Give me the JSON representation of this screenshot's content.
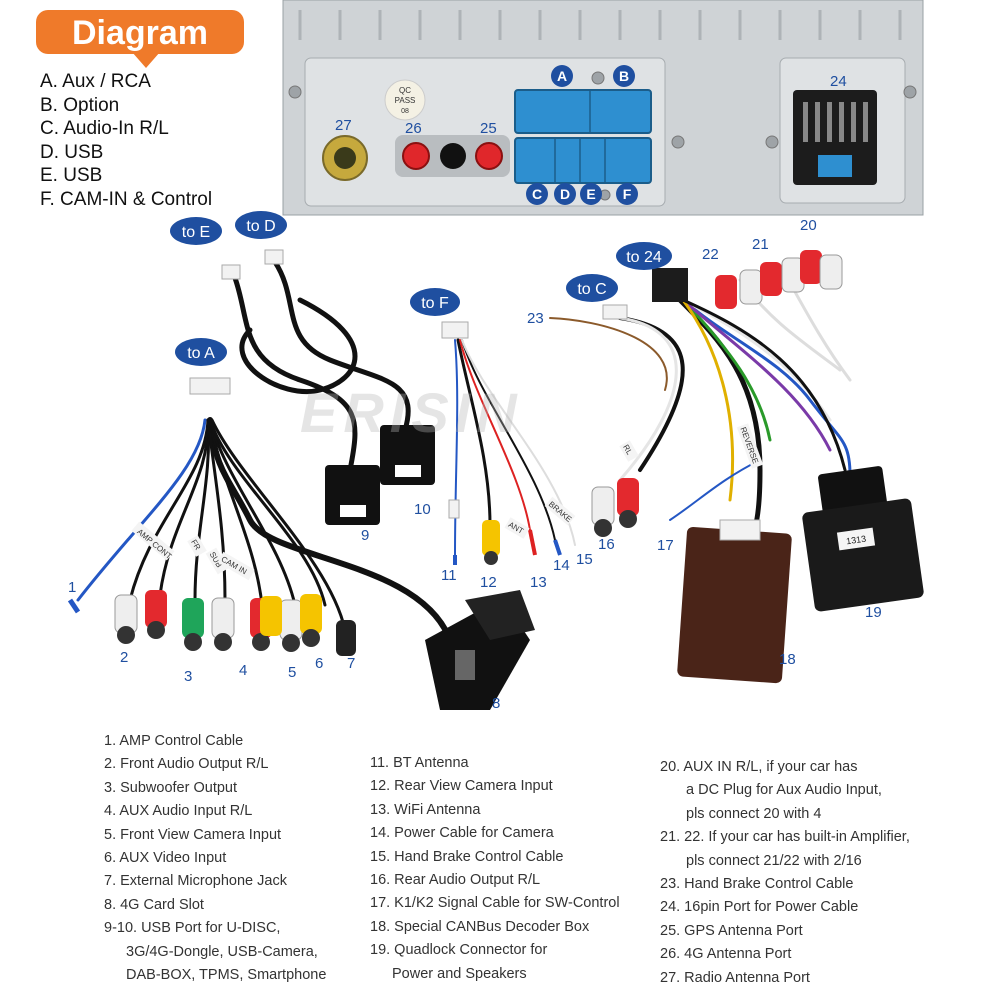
{
  "title": "Diagram",
  "port_legend": [
    "A. Aux / RCA",
    "B. Option",
    "C. Audio-In R/L",
    "D. USB",
    "E. USB",
    "F. CAM-IN & Control"
  ],
  "watermark": "ERISIN",
  "panel": {
    "qc_label": "QC",
    "pass_label": "PASS",
    "pass_code": "08",
    "port_letters": [
      "A",
      "B",
      "C",
      "D",
      "E",
      "F"
    ],
    "port_numbers": [
      "27",
      "26",
      "25",
      "24"
    ]
  },
  "callouts": [
    "to E",
    "to D",
    "to F",
    "to C",
    "to 24",
    "to A"
  ],
  "item_numbers": [
    "1",
    "2",
    "3",
    "4",
    "5",
    "6",
    "7",
    "8",
    "9",
    "10",
    "11",
    "12",
    "13",
    "14",
    "15",
    "16",
    "17",
    "18",
    "19",
    "20",
    "21",
    "22",
    "23"
  ],
  "cable_tags": [
    "AMP CONT",
    "FR",
    "SUB",
    "CAM IN",
    "ANT",
    "BRAKE",
    "RL",
    "REVERSE"
  ],
  "connector_code": "1313",
  "captions": {
    "col1": [
      "1. AMP Control Cable",
      "2. Front Audio Output R/L",
      "3. Subwoofer Output",
      "4. AUX Audio Input R/L",
      "5. Front View Camera Input",
      "6. AUX Video Input",
      "7. External Microphone Jack",
      "8. 4G Card Slot",
      "9-10. USB Port for U-DISC,",
      "3G/4G-Dongle, USB-Camera,",
      "DAB-BOX, TPMS, Smartphone"
    ],
    "col2": [
      "11. BT Antenna",
      "12. Rear View Camera Input",
      "13. WiFi Antenna",
      "14. Power Cable for Camera",
      "15. Hand Brake Control Cable",
      "16. Rear Audio Output R/L",
      "17. K1/K2 Signal Cable for SW-Control",
      "18. Special CANBus Decoder Box",
      "19. Quadlock Connector for",
      "Power and Speakers"
    ],
    "col3": [
      "20. AUX IN R/L, if your car has",
      "a DC Plug for Aux Audio Input,",
      "pls connect 20 with 4",
      "21. 22. If your car has built-in Amplifier,",
      "pls connect 21/22 with 2/16",
      "23. Hand Brake Control Cable",
      "24. 16pin Port for Power Cable",
      "25. GPS Antenna Port",
      "26. 4G Antenna Port",
      "27. Radio Antenna Port"
    ]
  }
}
